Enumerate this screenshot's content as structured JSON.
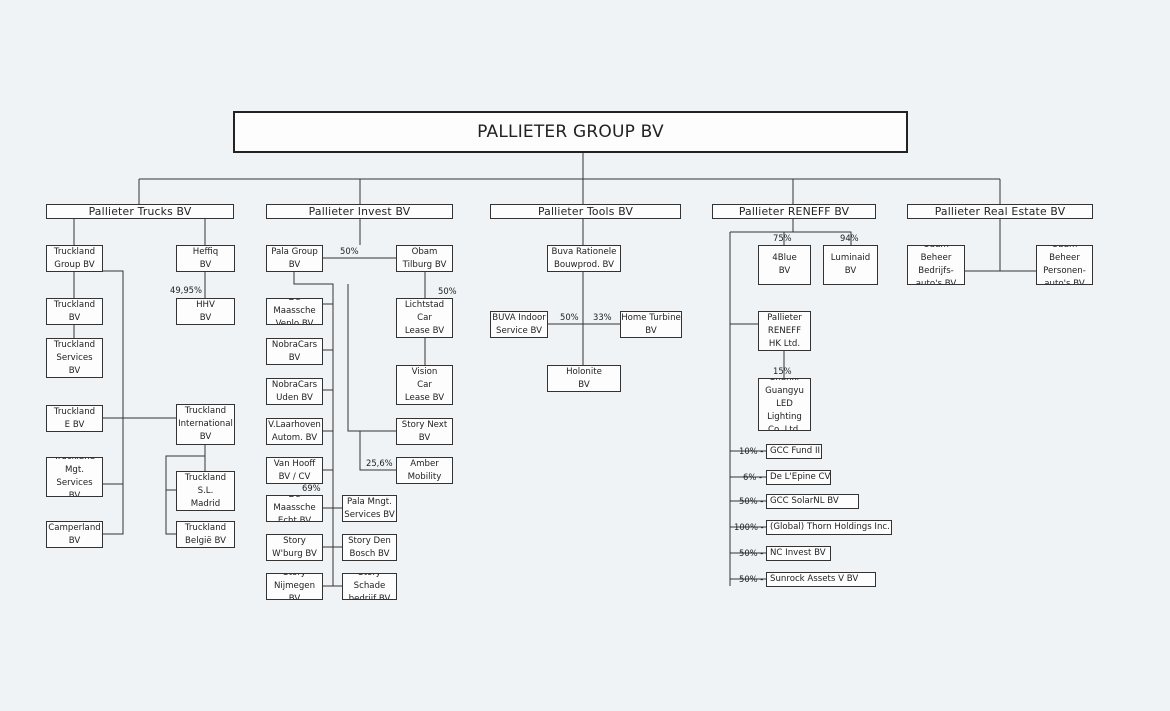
{
  "root": "PALLIETER GROUP BV",
  "divisions": {
    "trucks": "Pallieter Trucks BV",
    "invest": "Pallieter Invest BV",
    "tools": "Pallieter Tools BV",
    "reneff": "Pallieter RENEFF BV",
    "realestate": "Pallieter Real Estate BV"
  },
  "trucks": {
    "truckland_group": "Truckland\nGroup BV",
    "heffiq": "Heffiq\nBV",
    "hhv": "HHV\nBV",
    "truckland_bv": "Truckland\nBV",
    "truckland_services": "Truckland\nServices\nBV",
    "truckland_e": "Truckland\nE  BV",
    "truckland_international": "Truckland\nInternational\nBV",
    "truckland_mgt": "Truckland\nMgt. Services\nBV",
    "truckland_madrid": "Truckland\nS.L.\nMadrid",
    "camperland": "Camperland\nBV",
    "truckland_belgie": "Truckland\nBelgië BV",
    "pct_hhv": "49,95%"
  },
  "invest": {
    "pala_group": "Pala Group\nBV",
    "obam_tilburg": "Obam\nTilburg BV",
    "maassche_venlo": "De Maassche\nVenlo BV",
    "lichtstad": "Lichtstad\nCar\nLease BV",
    "nobracars": "NobraCars\nBV",
    "nobracars_uden": "NobraCars\nUden BV",
    "vision": "Vision\nCar\nLease BV",
    "laarhoven": "V.Laarhoven\nAutom. BV",
    "story_next": "Story Next\nBV",
    "van_hooff": "Van Hooff\nBV / CV",
    "amber": "Amber\nMobility",
    "maassche_echt": "De Maassche\nEcht BV",
    "pala_mngt": "Pala Mngt.\nServices BV",
    "story_wburg": "Story\nW'burg BV",
    "story_den_bosch": "Story Den\nBosch BV",
    "story_nijmegen": "Story\nNijmegen BV",
    "story_schade": "Story Schade\nbedrijf BV",
    "pct_obam": "50%",
    "pct_lichtstad": "50%",
    "pct_amber": "25,6%",
    "pct_vanhooff": "69%"
  },
  "tools": {
    "buva_rationele": "Buva Rationele\nBouwprod. BV",
    "buva_indoor": "BUVA Indoor\nService BV",
    "home_turbine": "Home Turbine\nBV",
    "holonite": "Holonite\nBV",
    "pct_indoor": "50%",
    "pct_turbine": "33%"
  },
  "reneff": {
    "fourblue": "4Blue\nBV",
    "luminaid": "Luminaid\nBV",
    "pallieter_hk": "Pallieter\nRENEFF\nHK Ltd.",
    "shanxi": "Shanxi\nGuangyu\nLED Lighting\nCo. Ltd.",
    "pct_4blue": "75%",
    "pct_luminaid": "94%",
    "pct_shanxi": "15%",
    "participations": [
      {
        "pct": "10% -",
        "name": "GCC Fund II"
      },
      {
        "pct": "6% -",
        "name": "De L'Epine CV"
      },
      {
        "pct": "50% -",
        "name": "GCC SolarNL BV"
      },
      {
        "pct": "100% -",
        "name": "(Global) Thorn Holdings Inc."
      },
      {
        "pct": "50% -",
        "name": "NC Invest BV"
      },
      {
        "pct": "50% -",
        "name": "Sunrock Assets V BV"
      }
    ]
  },
  "realestate": {
    "obam_bedrijfs": "Obam Beheer\nBedrijfs-\nauto's BV",
    "obam_personen": "Obam Beheer\nPersonen-\nauto's BV"
  }
}
